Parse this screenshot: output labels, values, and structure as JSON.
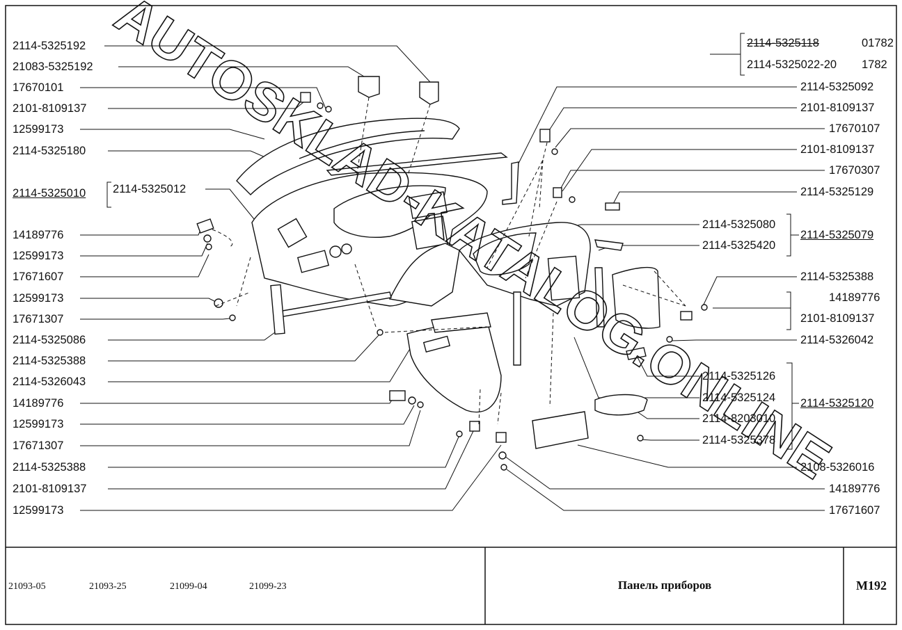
{
  "left_labels": [
    "2114-5325192",
    "21083-5325192",
    "17670101",
    "2101-8109137",
    "12599173",
    "2114-5325180",
    "2114-5325010",
    "2114-5325012",
    "14189776",
    "12599173",
    "17671607",
    "12599173",
    "17671307",
    "2114-5325086",
    "2114-5325388",
    "2114-5326043",
    "14189776",
    "12599173",
    "17671307",
    "2114-5325388",
    "2101-8109137",
    "12599173"
  ],
  "right_labels": {
    "top_group": [
      "2114-5325118",
      "01782",
      "2114-5325022-20",
      "1782"
    ],
    "items": [
      "2114-5325092",
      "2101-8109137",
      "17670107",
      "2101-8109137",
      "17670307",
      "2114-5325129",
      "2114-5325080",
      "2114-5325079",
      "2114-5325420",
      "2114-5325388",
      "14189776",
      "2101-8109137",
      "2114-5326042",
      "2114-5325126",
      "2114-5325124",
      "2114-5325120",
      "2114-8203010",
      "2114-5325378",
      "2108-5326016",
      "14189776",
      "17671607"
    ]
  },
  "footer": {
    "models": [
      "21093-05",
      "21093-25",
      "21099-04",
      "21099-23"
    ],
    "title": "Панель приборов",
    "code": "M192"
  },
  "watermark": "AUTOSKLAD-KATALOG.ONLINE"
}
